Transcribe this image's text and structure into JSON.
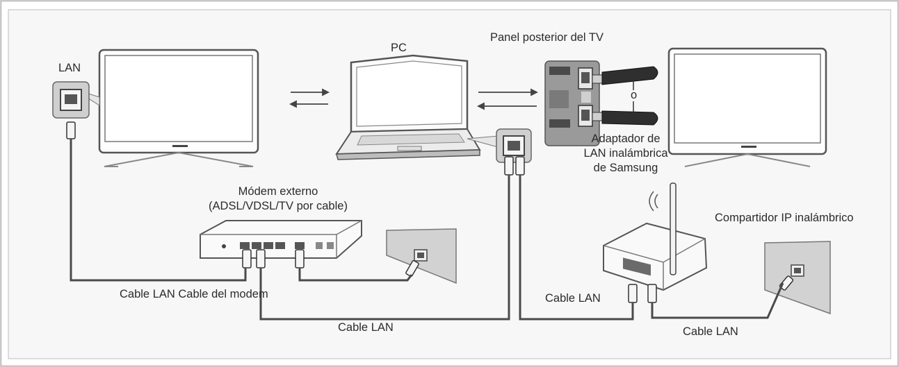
{
  "labels": {
    "lan": "LAN",
    "pc": "PC",
    "tv_back_panel": "Panel posterior del TV",
    "or": "o",
    "adapter_line1": "Adaptador de",
    "adapter_line2": "LAN inalámbrica",
    "adapter_line3": "de Samsung",
    "modem_line1": "Módem externo",
    "modem_line2": "(ADSL/VDSL/TV por cable)",
    "router": "Compartidor IP inalámbrico",
    "cable_lan_modem_cable": "Cable LAN Cable del modem",
    "cable_lan_bottom_center": "Cable LAN",
    "cable_lan_router_left": "Cable LAN",
    "cable_lan_bottom_right": "Cable LAN"
  },
  "colors": {
    "frame": "#c8c8c8",
    "panel_bg": "#f2f2f2",
    "device_outline": "#555555",
    "cable": "#4a4a4a",
    "wall": "#d2d2d2",
    "text": "#2b2b2b"
  }
}
